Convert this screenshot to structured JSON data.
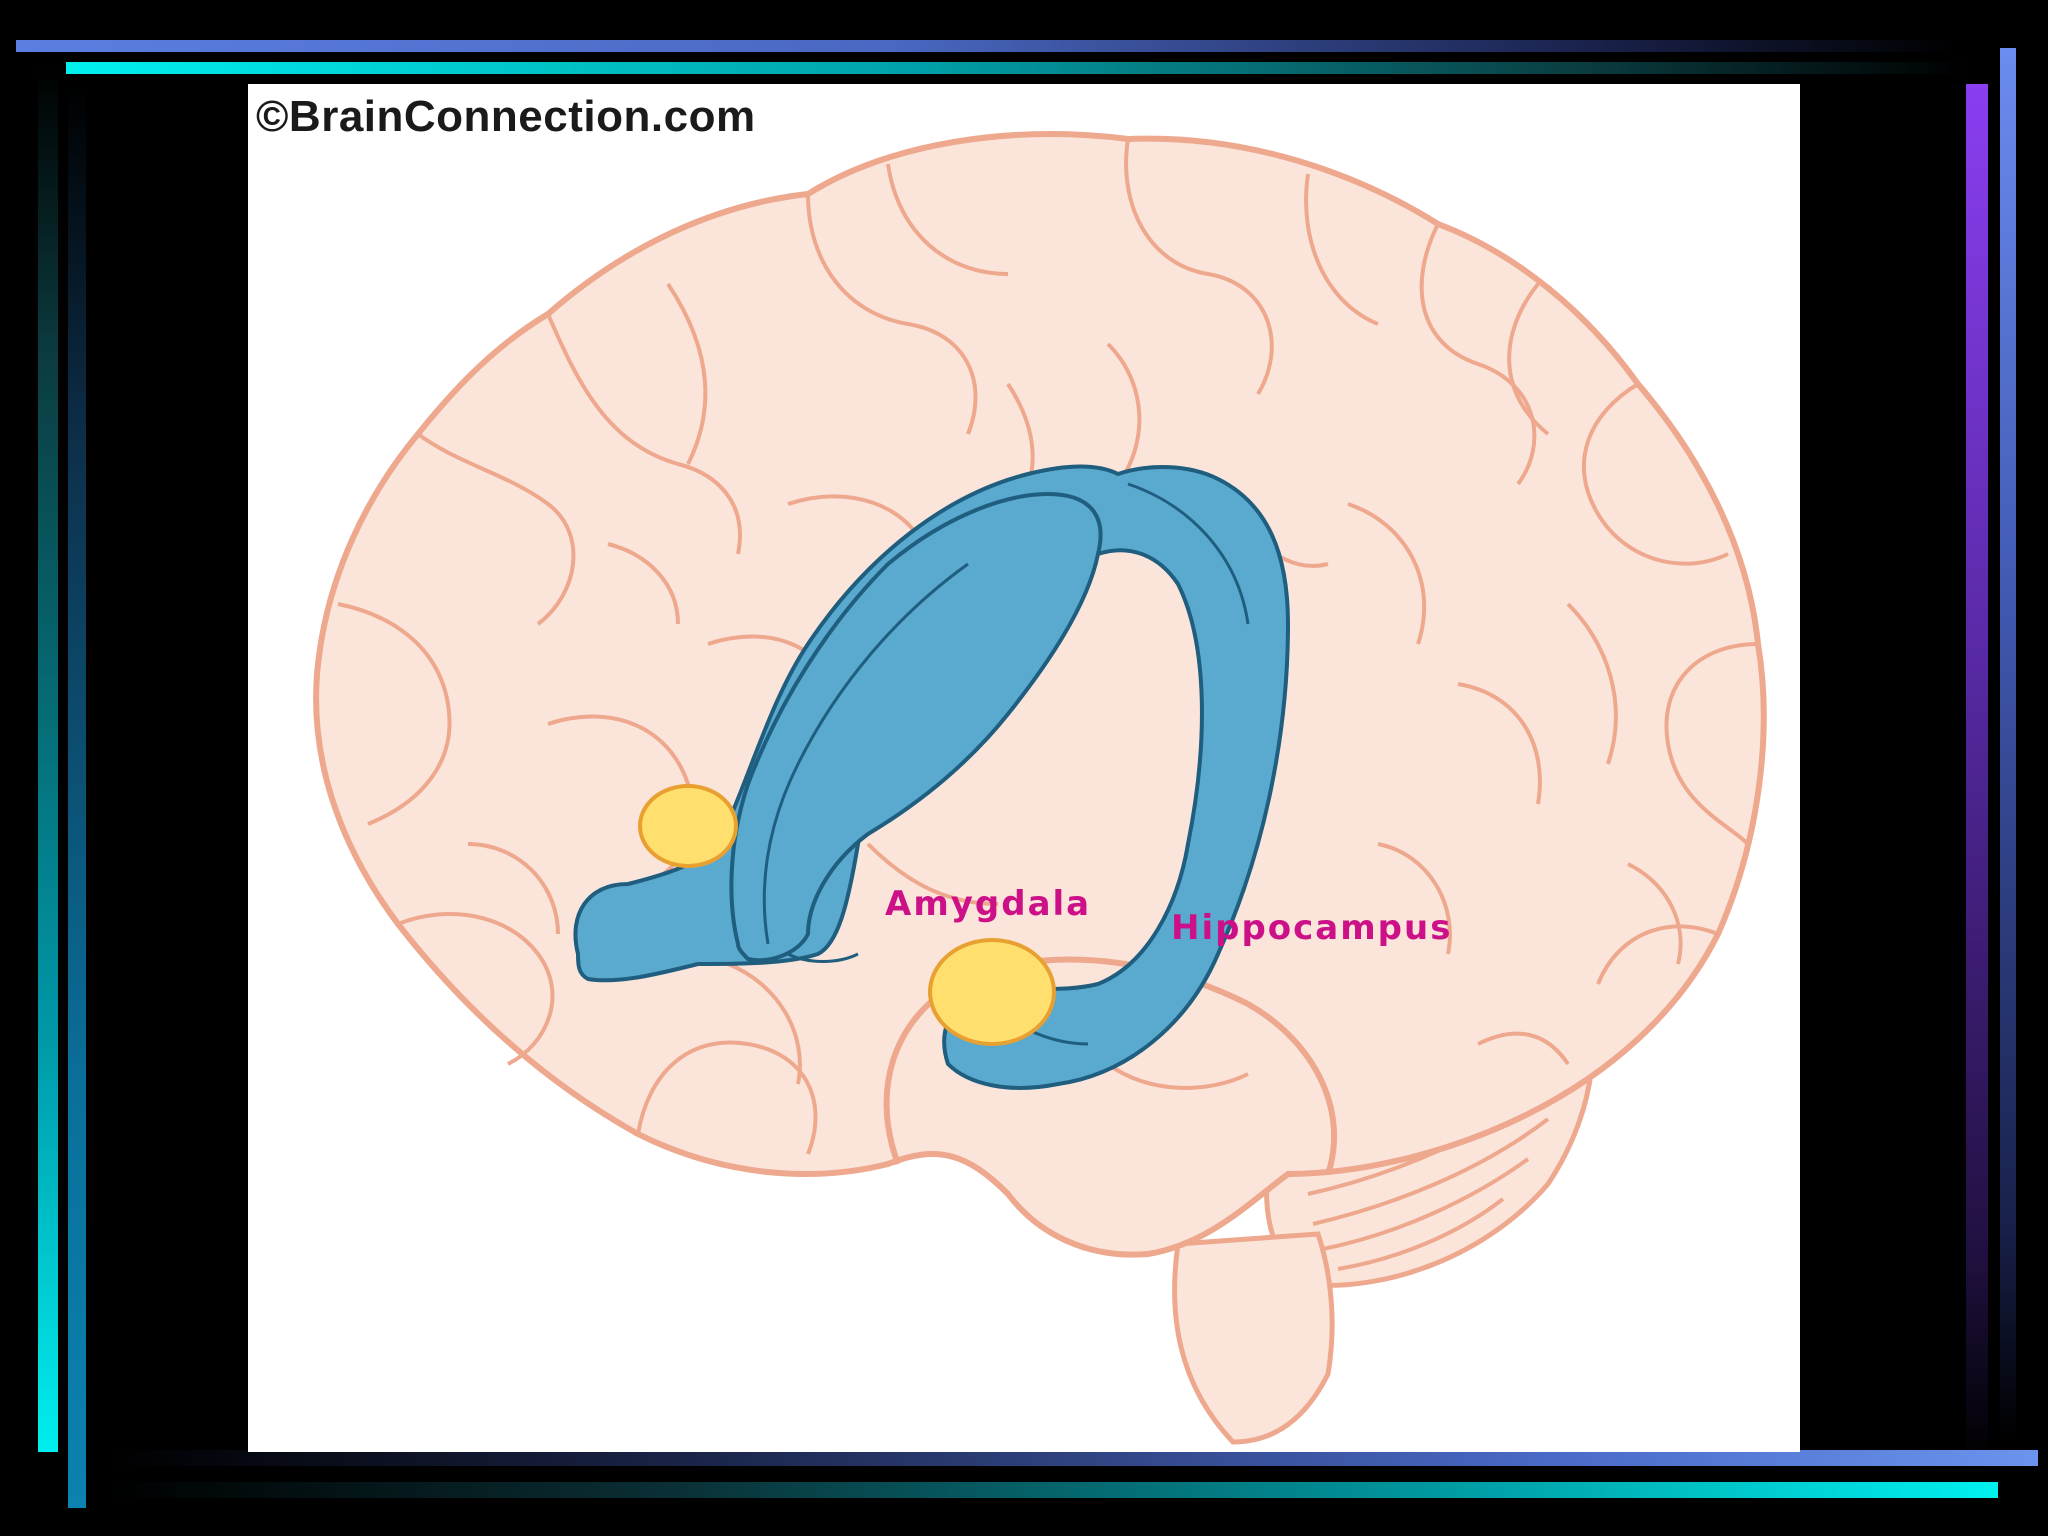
{
  "credit": "©BrainConnection.com",
  "labels": {
    "amygdala": "Amygdala",
    "hippocampus": "Hippocampus"
  },
  "colors": {
    "background": "#000000",
    "panel": "#ffffff",
    "brain_fill": "#fbe5da",
    "brain_outline": "#eea88e",
    "fornix_fill": "#5aa9cf",
    "fornix_outline": "#1f5e7e",
    "nucleus_fill": "#ffdf6e",
    "nucleus_outline": "#e8a030",
    "label_text": "#cc1188"
  }
}
